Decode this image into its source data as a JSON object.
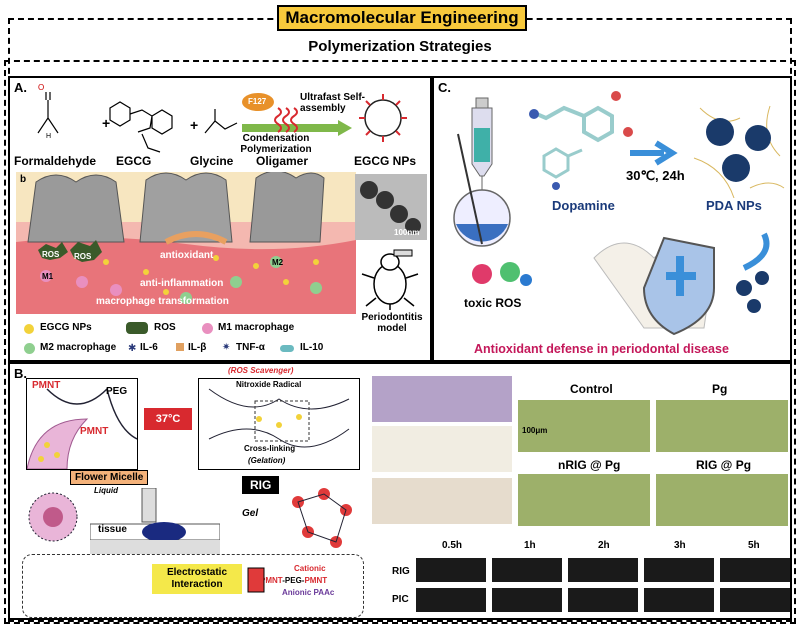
{
  "header": {
    "title": "Macromolecular Engineering",
    "subtitle": "Polymerization Strategies"
  },
  "panelA": {
    "label": "A.",
    "reagents": [
      "Formaldehyde",
      "EGCG",
      "Glycine",
      "Oligamer",
      "EGCG NPs"
    ],
    "plus": "+",
    "f127": "F127",
    "step1": "Condensation Polymerization",
    "step2": "Ultrafast Self-assembly",
    "sublabel": "b",
    "scale": "100nm",
    "effects": [
      "antioxidant",
      "anti-inflammation",
      "macrophage transformation"
    ],
    "tags": {
      "ros": "ROS",
      "m1": "M1",
      "m2": "M2"
    },
    "model": "Periodontitis model",
    "legend": [
      "EGCG NPs",
      "ROS",
      "M1 macrophage",
      "M2 macrophage",
      "IL-6",
      "IL-β",
      "TNF-α",
      "IL-10"
    ],
    "colors": {
      "tissue": "#e8747a",
      "gum": "#f4b8b0",
      "tooth": "#9a9a9a",
      "np": "#f2d23a"
    }
  },
  "panelB": {
    "label": "B.",
    "pmnt": "PMNT",
    "peg": "PEG",
    "temp": "37°C",
    "scavenger": "(ROS Scavenger)",
    "radical": "Nitroxide Radical",
    "crosslink": "Cross-linking",
    "gelation": "(Gelation)",
    "flower": "Flower Micelle",
    "liquid": "Liquid",
    "rig": "RIG",
    "tissue": "tissue",
    "gel": "Gel",
    "electro": "Electrostatic Interaction",
    "cationic": "Cationic",
    "triblock_a": "PMNT",
    "triblock_b": "-PEG-",
    "triblock_c": "PMNT",
    "anionic": "Anionic PAAc",
    "groups": [
      "Control",
      "Pg",
      "nRIG @ Pg",
      "RIG @ Pg"
    ],
    "scale": "100μm",
    "times": [
      "0.5h",
      "1h",
      "2h",
      "3h",
      "5h"
    ],
    "rows": [
      "RIG",
      "PIC"
    ]
  },
  "panelC": {
    "label": "C.",
    "dopamine": "Dopamine",
    "condition": "30℃, 24h",
    "pda": "PDA NPs",
    "ros": "toxic ROS",
    "caption": "Antioxidant defense in periodontal disease"
  }
}
